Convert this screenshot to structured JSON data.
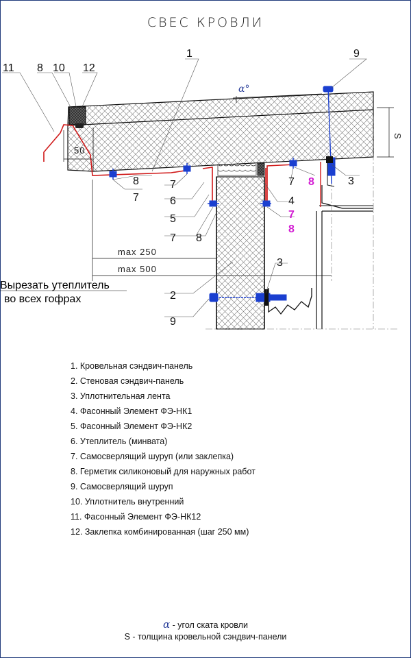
{
  "title": "СВЕС КРОВЛИ",
  "callouts": {
    "n1": "1",
    "n2": "2",
    "n3a": "3",
    "n3b": "3",
    "n4": "4",
    "n5": "5",
    "n6": "6",
    "n7a": "7",
    "n7b": "7",
    "n7c": "7",
    "n7d": "7",
    "n7m": "7",
    "n8a": "8",
    "n8b": "8",
    "n8c": "8",
    "n8m": "8",
    "n9a": "9",
    "n9b": "9",
    "n10": "10",
    "n11": "11",
    "n12": "12"
  },
  "angle_label": "α°",
  "thickness_label": "S",
  "dimensions": {
    "d50": "50",
    "d250": "max 250",
    "d500": "max 500"
  },
  "cut_note": {
    "line1": "Вырезать утеплитель",
    "line2": "во всех гофрах"
  },
  "legend": [
    "1. Кровельная сэндвич-панель",
    "2. Стеновая сэндвич-панель",
    "3. Уплотнительная лента",
    "4. Фасонный Элемент ФЭ-НК1",
    "5. Фасонный Элемент ФЭ-НК2",
    "6. Утеплитель (минвата)",
    "7. Самосверлящий шуруп (или заклепка)",
    "8. Герметик силиконовый для наружных работ",
    "9. Самосверлящий шуруп",
    "10. Уплотнитель внутренний",
    "11. Фасонный Элемент ФЭ-НК12",
    "12. Заклепка комбинированная (шаг 250 мм)"
  ],
  "footnote": {
    "alpha_symbol": "α",
    "alpha_text": " - угол ската кровли",
    "s_text": "S - толщина кровельной сэндвич-панели"
  },
  "colors": {
    "flashing": "#d01818",
    "fastener": "#1a3fd0",
    "magenta": "#d21ad2",
    "frame": "#1f3a7a"
  }
}
